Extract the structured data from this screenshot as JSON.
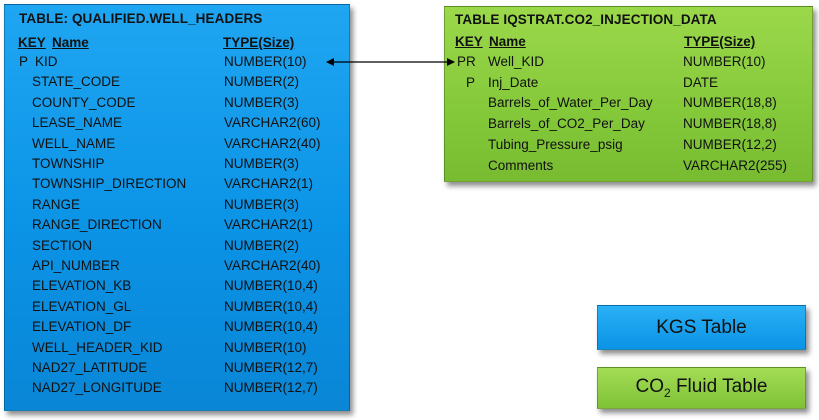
{
  "kgs_table": {
    "title": "TABLE: QUALIFIED.WELL_HEADERS",
    "headers": {
      "key": "KEY",
      "name": "Name",
      "type": "TYPE(Size)"
    },
    "rows": [
      {
        "key": "P",
        "name": "KID",
        "type": "NUMBER(10)"
      },
      {
        "key": "",
        "name": "STATE_CODE",
        "type": "NUMBER(2)"
      },
      {
        "key": "",
        "name": "COUNTY_CODE",
        "type": "NUMBER(3)"
      },
      {
        "key": "",
        "name": "LEASE_NAME",
        "type": "VARCHAR2(60)"
      },
      {
        "key": "",
        "name": "WELL_NAME",
        "type": "VARCHAR2(40)"
      },
      {
        "key": "",
        "name": "TOWNSHIP",
        "type": "NUMBER(3)"
      },
      {
        "key": "",
        "name": "TOWNSHIP_DIRECTION",
        "type": "VARCHAR2(1)"
      },
      {
        "key": "",
        "name": "RANGE",
        "type": "NUMBER(3)"
      },
      {
        "key": "",
        "name": "RANGE_DIRECTION",
        "type": "VARCHAR2(1)"
      },
      {
        "key": "",
        "name": "SECTION",
        "type": "NUMBER(2)"
      },
      {
        "key": "",
        "name": "API_NUMBER",
        "type": "VARCHAR2(40)"
      },
      {
        "key": "",
        "name": "ELEVATION_KB",
        "type": "NUMBER(10,4)"
      },
      {
        "key": "",
        "name": "ELEVATION_GL",
        "type": "NUMBER(10,4)"
      },
      {
        "key": "",
        "name": "ELEVATION_DF",
        "type": "NUMBER(10,4)"
      },
      {
        "key": "",
        "name": "WELL_HEADER_KID",
        "type": "NUMBER(10)"
      },
      {
        "key": "",
        "name": "NAD27_LATITUDE",
        "type": "NUMBER(12,7)"
      },
      {
        "key": "",
        "name": "NAD27_LONGITUDE",
        "type": "NUMBER(12,7)"
      }
    ]
  },
  "co2_table": {
    "title": "TABLE IQSTRAT.CO2_INJECTION_DATA",
    "headers": {
      "key": "KEY",
      "name": "Name",
      "type": "TYPE(Size)"
    },
    "rows": [
      {
        "key": "PR",
        "name": "Well_KID",
        "type": "NUMBER(10)"
      },
      {
        "key": "P",
        "name": "Inj_Date",
        "type": "DATE"
      },
      {
        "key": "",
        "name": "Barrels_of_Water_Per_Day",
        "type": "NUMBER(18,8)"
      },
      {
        "key": "",
        "name": "Barrels_of_CO2_Per_Day",
        "type": "NUMBER(18,8)"
      },
      {
        "key": "",
        "name": "Tubing_Pressure_psig",
        "type": "NUMBER(12,2)"
      },
      {
        "key": "",
        "name": "Comments",
        "type": "VARCHAR2(255)"
      }
    ]
  },
  "legend": {
    "kgs_label": "KGS Table",
    "co2_label_prefix": "CO",
    "co2_label_sub": "2",
    "co2_label_suffix": " Fluid Table"
  },
  "colors": {
    "kgs_table": "#0b93e6",
    "co2_table": "#84c93a",
    "arrow": "#000000"
  }
}
